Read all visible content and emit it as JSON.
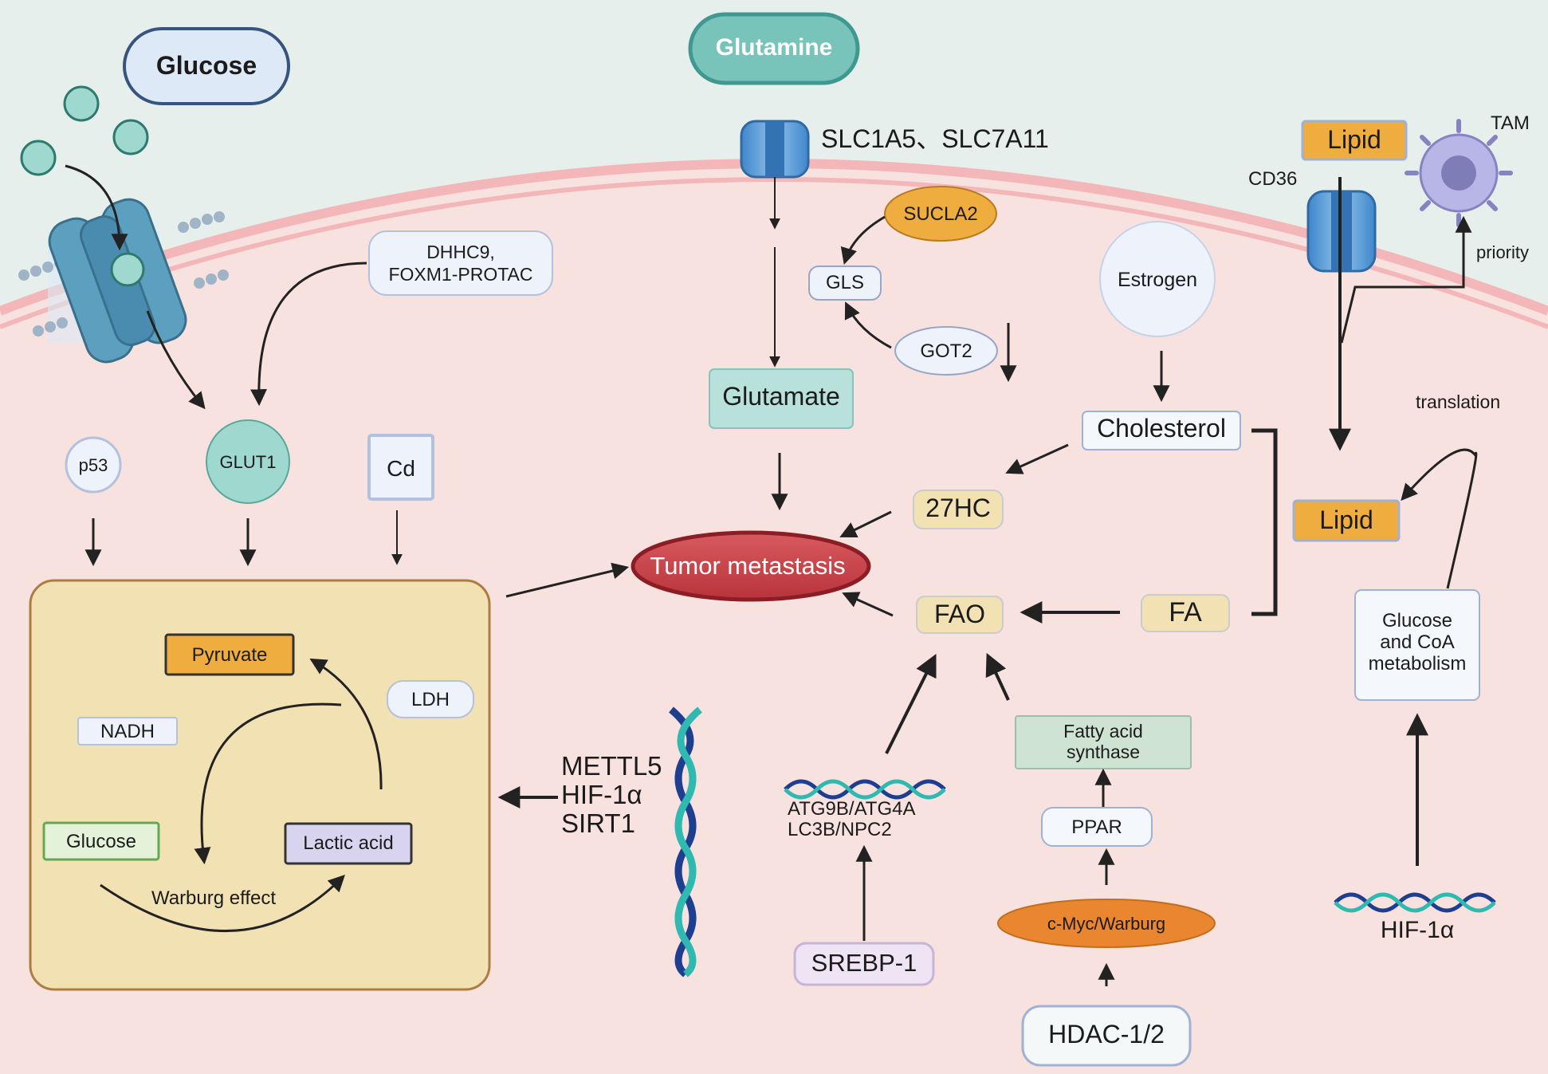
{
  "colors": {
    "background_outside": "#e6efeb",
    "cytoplasm": "#f8e2df",
    "membrane": "#f3b7b9",
    "warburg_box": "#f2e2b3",
    "tumor": "#c9444a",
    "glutamine": "#78c3ba",
    "lipid": "#efac3f",
    "arrow": "#222222"
  },
  "nodes": {
    "glucose_top": "Glucose",
    "glutamine": "Glutamine",
    "slc_transporter": "SLC1A5、SLC7A11",
    "lipid_top": "Lipid",
    "tam": "TAM",
    "cd36": "CD36",
    "sucla2": "SUCLA2",
    "gls": "GLS",
    "got2": "GOT2",
    "estrogen": "Estrogen",
    "priority": "priority",
    "dhhc9_line1": "DHHC9,",
    "dhhc9_line2": "FOXM1-PROTAC",
    "glutamate": "Glutamate",
    "cholesterol": "Cholesterol",
    "translation": "translation",
    "p53": "p53",
    "glut1": "GLUT1",
    "cd": "Cd",
    "hc27": "27HC",
    "lipid_inner": "Lipid",
    "tumor_metastasis": "Tumor metastasis",
    "fao": "FAO",
    "fa": "FA",
    "glucose_coa_line1": "Glucose",
    "glucose_coa_line2": "and CoA",
    "glucose_coa_line3": "metabolism",
    "pyruvate": "Pyruvate",
    "ldh": "LDH",
    "nadh": "NADH",
    "glucose_inner": "Glucose",
    "lactic_acid": "Lactic acid",
    "warburg_effect": "Warburg effect",
    "mettl5": "METTL5",
    "hif1a_mid": "HIF-1α",
    "sirt1": "SIRT1",
    "atg_line1": "ATG9B/ATG4A",
    "atg_line2": "LC3B/NPC2",
    "fatty_acid_line1": "Fatty acid",
    "fatty_acid_line2": "synthase",
    "ppar": "PPAR",
    "cmyc": "c-Myc/Warburg",
    "srebp1": "SREBP-1",
    "hdac": "HDAC-1/2",
    "hif1a_right": "HIF-1α"
  }
}
